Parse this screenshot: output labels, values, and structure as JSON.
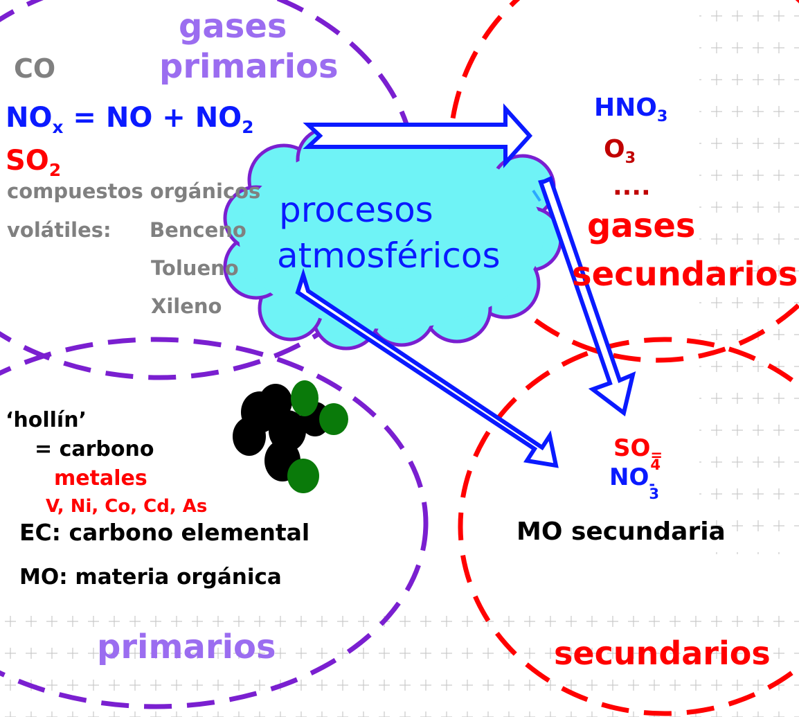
{
  "colors": {
    "purple": "#7a1fd0",
    "purple_light": "#9b6df0",
    "red": "#ff0000",
    "dark_red": "#c00000",
    "blue": "#0a1aff",
    "gray": "#808080",
    "cloud_fill": "#6ff3f6",
    "particle_black": "#000000",
    "particle_green": "#0a7a0a"
  },
  "labels": {
    "gases_primarios_1": "gases",
    "gases_primarios_2": "primarios",
    "co": "CO",
    "nox_base": "NO",
    "nox_sub": "x",
    "nox_eq": " = NO + NO",
    "nox_sub2": "2",
    "so2_base": "SO",
    "so2_sub": "2",
    "compuestos": "compuestos orgánicos",
    "volatiles": "volátiles:",
    "benceno": "Benceno",
    "tolueno": "Tolueno",
    "xileno": "Xileno",
    "procesos_1": "procesos",
    "procesos_2": "atmosféricos",
    "hno3_base": "HNO",
    "hno3_sub": "3",
    "o3_base": "O",
    "o3_sub": "3",
    "dots": "....",
    "gases_sec_1": "gases",
    "gases_sec_2": "secundarios",
    "hollin": "‘hollín’",
    "carbono": "= carbono",
    "metales": "metales",
    "metales_list": "V, Ni, Co, Cd, As",
    "ec": "EC: carbono elemental",
    "mo": "MO: materia orgánica",
    "primarios": "primarios",
    "so4_base": "SO",
    "so4_sub": "4",
    "so4_sup": "=",
    "no3_base": "NO",
    "no3_sub": "3",
    "no3_sup": "-",
    "mo_sec": "MO secundaria",
    "secundarios": "secundarios"
  }
}
